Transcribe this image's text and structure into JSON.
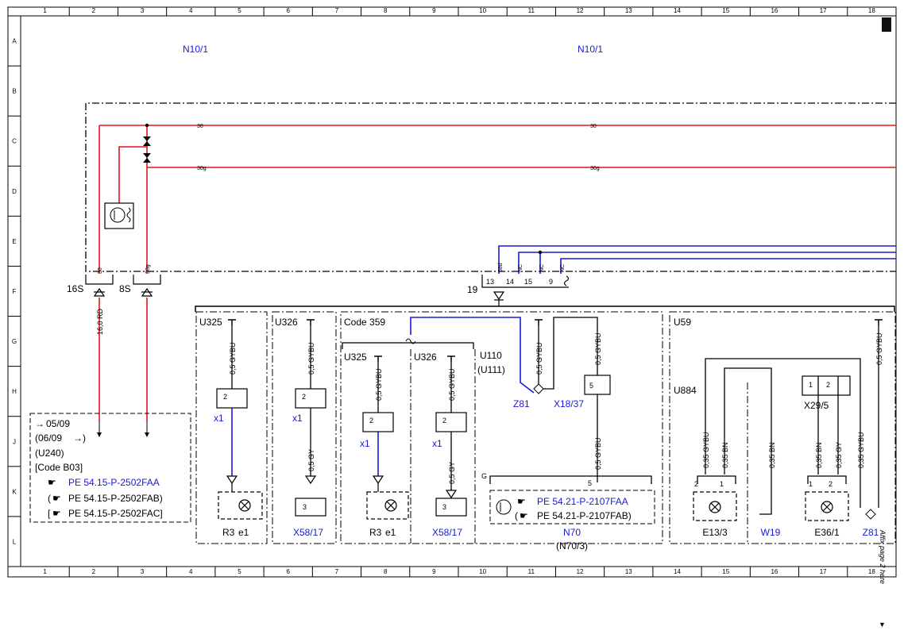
{
  "grid": {
    "columns": [
      "1",
      "2",
      "3",
      "4",
      "5",
      "6",
      "7",
      "8",
      "9",
      "10",
      "11",
      "12",
      "13",
      "14",
      "15",
      "16",
      "17",
      "18"
    ],
    "rows": [
      "A",
      "B",
      "C",
      "D",
      "E",
      "F",
      "G",
      "H",
      "J",
      "K",
      "L"
    ]
  },
  "modules": {
    "left": "N10/1",
    "right": "N10/1"
  },
  "wires": {
    "w30": "30",
    "w30g": "30g",
    "pin30": "30",
    "pin30g": "30g",
    "pin58d": "58d",
    "nc": "NC"
  },
  "connectors": {
    "c16s": "16S",
    "c8s": "8S",
    "c19": "19",
    "p13": "13",
    "p14": "14",
    "p15": "15",
    "p9": "9",
    "rd_wire": "16,0 RD"
  },
  "note_box": {
    "line1": "05/09",
    "line2": "(06/09",
    "line2b": ")",
    "line3": "(U240)",
    "line4": "[Code B03]",
    "ref1": "PE 54.15-P-2502FAA",
    "ref2": "PE 54.15-P-2502FAB)",
    "ref3": "PE 54.15-P-2502FAC]",
    "open_paren": "(",
    "open_bracket": "["
  },
  "sections": {
    "u325": "U325",
    "u326": "U326",
    "code359": "Code 359",
    "u110": "U110",
    "u111": "(U111)",
    "u59": "U59",
    "u884": "U884",
    "g": "G"
  },
  "wire_labels": {
    "gybu05": "0,5 GYBU",
    "gy05": "0,5 GY",
    "gybu035": "0,35 GYBU",
    "bn035": "0,35 BN",
    "gy035": "0,35 GY"
  },
  "components": {
    "x1": "x1",
    "r3": "R3",
    "e1": "e1",
    "x58_17": "X58/17",
    "z81": "Z81",
    "x18_37": "X18/37",
    "x29_5": "X29/5",
    "n70": "N70",
    "n70_3": "(N70/3)",
    "ref_n70_a": "PE 54.21-P-2107FAA",
    "ref_n70_b": "PE 54.21-P-2107FAB)",
    "ref_n70_open": "(",
    "e13_3": "E13/3",
    "w19": "W19",
    "e36_1": "E36/1",
    "pin1": "1",
    "pin2": "2",
    "pin3": "3",
    "pin5": "5"
  },
  "side_note": "Affix page 2 here",
  "colors": {
    "power": "#e0161b",
    "signal": "#1a1ad6",
    "ground": "#000000",
    "text": "#000000"
  }
}
